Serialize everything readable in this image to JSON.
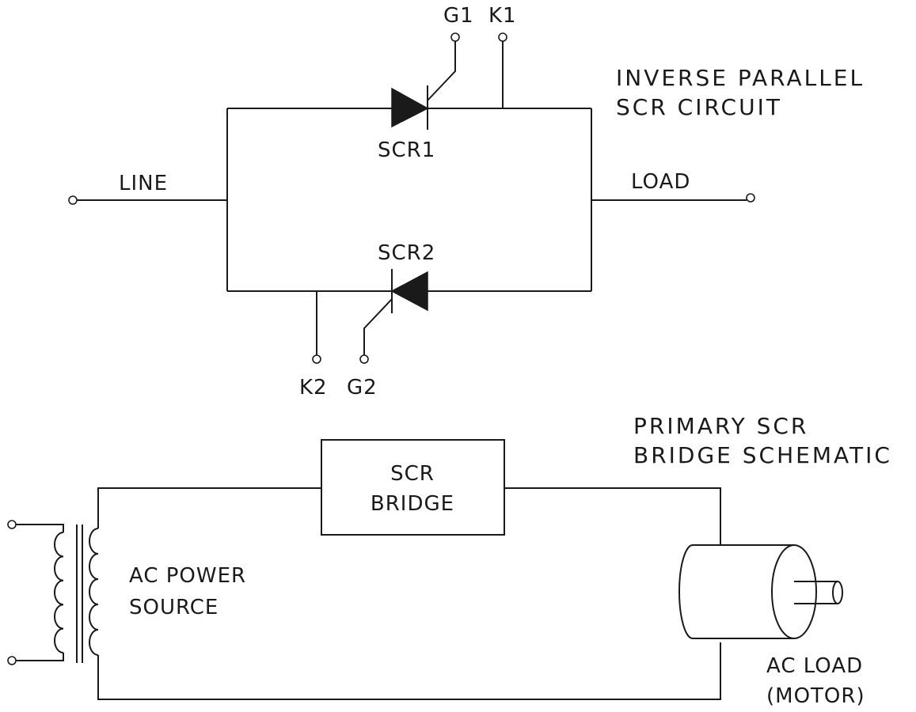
{
  "top_diagram": {
    "title_line1": "INVERSE PARALLEL",
    "title_line2": "SCR CIRCUIT",
    "line_label": "LINE",
    "load_label": "LOAD",
    "scr1_label": "SCR1",
    "scr2_label": "SCR2",
    "g1_label": "G1",
    "k1_label": "K1",
    "k2_label": "K2",
    "g2_label": "G2"
  },
  "bottom_diagram": {
    "title_line1": "PRIMARY SCR",
    "title_line2": "BRIDGE SCHEMATIC",
    "bridge_line1": "SCR",
    "bridge_line2": "BRIDGE",
    "source_line1": "AC POWER",
    "source_line2": "SOURCE",
    "load_line1": "AC LOAD",
    "load_line2": "(MOTOR)"
  },
  "colors": {
    "ink": "#1a1a1a",
    "background": "#ffffff"
  }
}
